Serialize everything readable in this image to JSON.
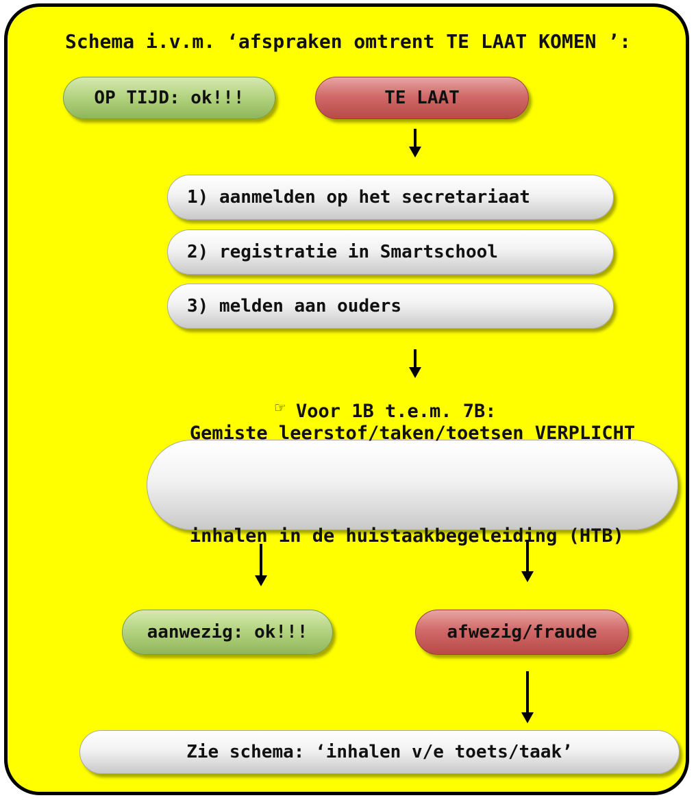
{
  "title": "Schema i.v.m. ‘afspraken omtrent TE LAAT KOMEN ’:",
  "nodes": {
    "on_time": "OP TIJD: ok!!!",
    "late": "TE LAAT",
    "step1": "1) aanmelden op het secretariaat",
    "step2": "2) registratie in Smartschool",
    "step3": "3) melden aan ouders",
    "makeup_line1": "Gemiste leerstof/taken/toetsen VERPLICHT",
    "makeup_line2": "inhalen in de huistaakbegeleiding (HTB)",
    "present": "aanwezig: ok!!!",
    "absent": "afwezig/fraude",
    "see_schema": "Zie schema: ‘inhalen v/e toets/taak’"
  },
  "note": {
    "icon": "pointing-hand-icon",
    "text": "Voor 1B t.e.m. 7B:"
  },
  "colors": {
    "background": "#ffff00",
    "border": "#000000",
    "green": "#9bc265",
    "red": "#c0504d",
    "grey": "#e6e6e6"
  }
}
